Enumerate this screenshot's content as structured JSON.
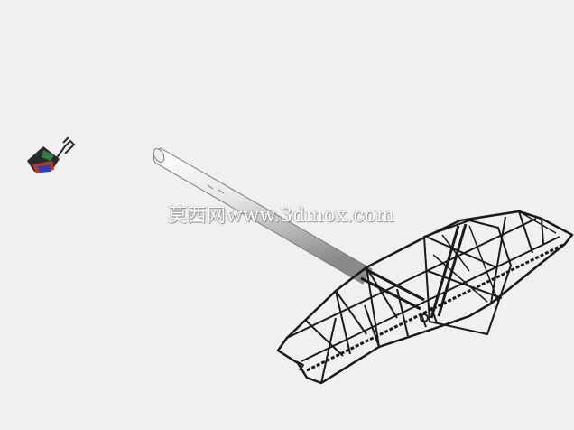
{
  "watermark": {
    "text": "莫西网www.3dmox.com"
  },
  "colors": {
    "background": "#f0f0f0",
    "frame": "#1a1a1a",
    "boom_light": "#ffffff",
    "boom_dark": "#8a8a8a",
    "hood_dark": "#2a2a2a",
    "hood_red": "#b23a2a",
    "hood_green": "#3a7a4a",
    "hood_blue": "#2e3fae"
  },
  "objects": [
    {
      "name": "small-part",
      "icon": "hood-assembly-icon"
    },
    {
      "name": "tail-boom",
      "icon": "cylinder-tube-icon"
    },
    {
      "name": "wing-frame",
      "icon": "truss-wing-icon"
    }
  ]
}
